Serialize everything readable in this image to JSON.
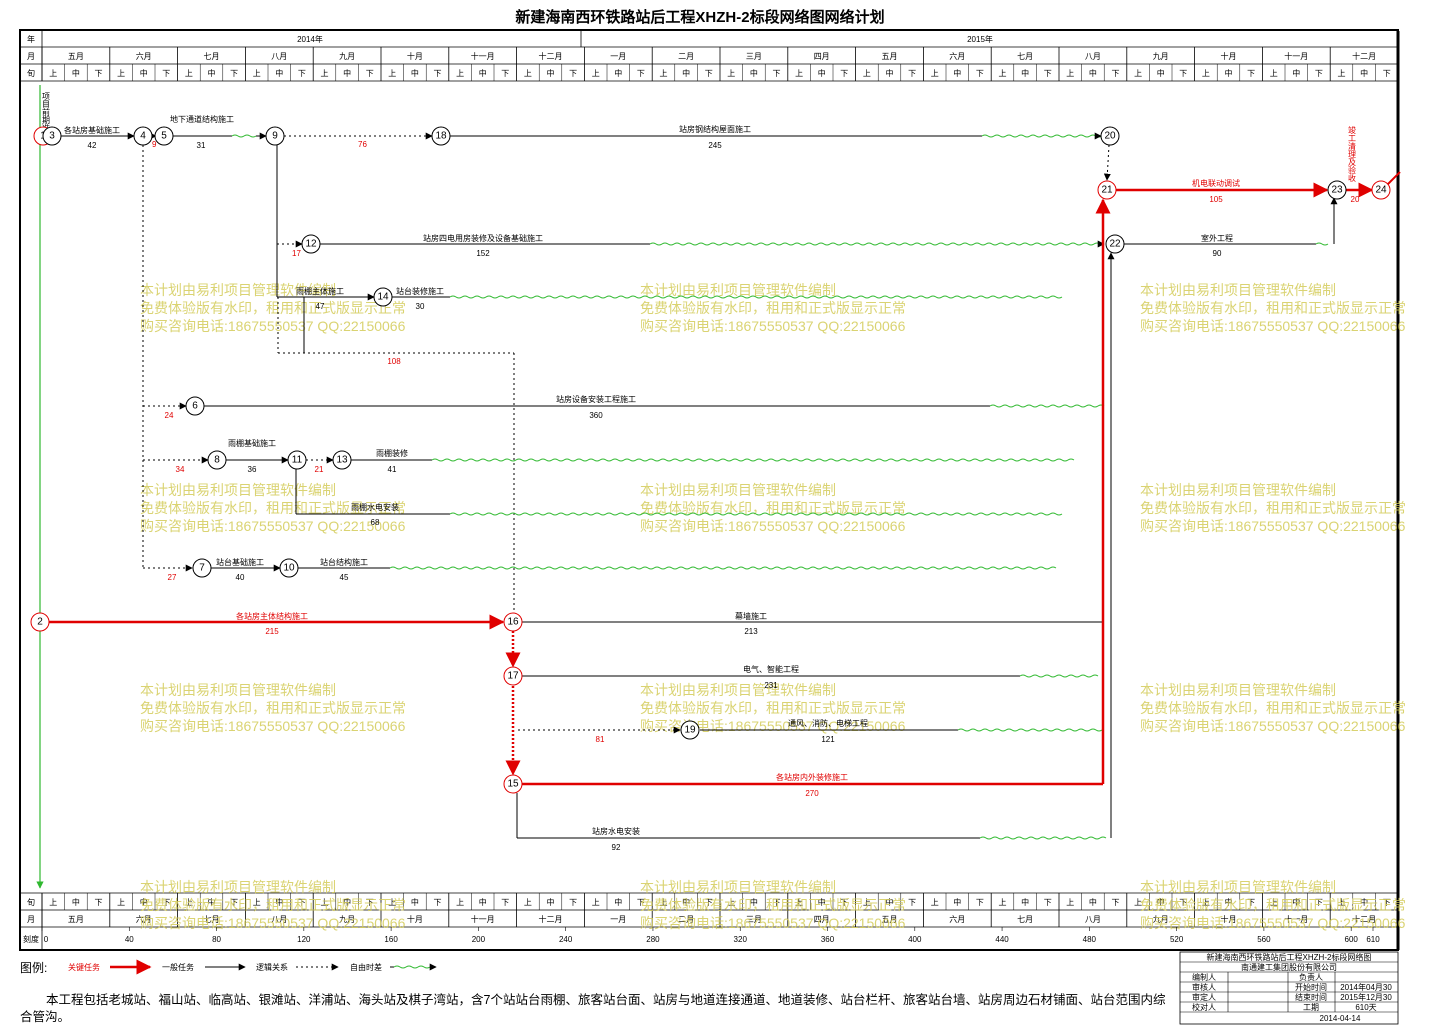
{
  "title": "新建海南西环铁路站后工程XHZH-2标段网络图网络计划",
  "years": [
    "2014年",
    "2015年"
  ],
  "row_labels": {
    "year": "年",
    "month": "月",
    "xun": "旬",
    "scale": "刻度"
  },
  "months": [
    "五月",
    "六月",
    "七月",
    "八月",
    "九月",
    "十月",
    "十一月",
    "十二月",
    "一月",
    "二月",
    "三月",
    "四月",
    "五月",
    "六月",
    "七月",
    "八月",
    "九月",
    "十月",
    "十一月",
    "十二月"
  ],
  "xun": [
    "上",
    "中",
    "下"
  ],
  "scale_ticks": [
    "0",
    "40",
    "80",
    "120",
    "160",
    "200",
    "240",
    "280",
    "320",
    "360",
    "400",
    "440",
    "480",
    "520",
    "560",
    "600",
    "610"
  ],
  "nodes": [
    {
      "id": "1",
      "red": true
    },
    {
      "id": "2",
      "red": true
    },
    {
      "id": "3",
      "red": false
    },
    {
      "id": "4",
      "red": false
    },
    {
      "id": "5",
      "red": false
    },
    {
      "id": "6",
      "red": false
    },
    {
      "id": "7",
      "red": false
    },
    {
      "id": "8",
      "red": false
    },
    {
      "id": "9",
      "red": false
    },
    {
      "id": "10",
      "red": false
    },
    {
      "id": "11",
      "red": false
    },
    {
      "id": "12",
      "red": false
    },
    {
      "id": "13",
      "red": false
    },
    {
      "id": "14",
      "red": false
    },
    {
      "id": "15",
      "red": true
    },
    {
      "id": "16",
      "red": true
    },
    {
      "id": "17",
      "red": true
    },
    {
      "id": "18",
      "red": false
    },
    {
      "id": "19",
      "red": false
    },
    {
      "id": "20",
      "red": false
    },
    {
      "id": "21",
      "red": true
    },
    {
      "id": "22",
      "red": false
    },
    {
      "id": "23",
      "red": false
    },
    {
      "id": "24",
      "red": true
    }
  ],
  "tasks": [
    {
      "name": "各站房基础施工",
      "dur": "42"
    },
    {
      "name": "地下通道结构施工",
      "dur": "31"
    },
    {
      "name": "站房钢结构屋面施工",
      "dur": "245"
    },
    {
      "name": "机电联动调试",
      "dur": "105"
    },
    {
      "name": "竣工清理及验收",
      "dur": "20"
    },
    {
      "name": "站房四电用房装修及设备基础施工",
      "dur": "152"
    },
    {
      "name": "室外工程",
      "dur": "90"
    },
    {
      "name": "雨棚主体施工",
      "dur": "47"
    },
    {
      "name": "站台装修施工",
      "dur": "30"
    },
    {
      "name": "站房设备安装工程施工",
      "dur": "360"
    },
    {
      "name": "雨棚基础施工",
      "dur": "36"
    },
    {
      "name": "雨棚装修",
      "dur": "41"
    },
    {
      "name": "雨棚水电安装",
      "dur": "68"
    },
    {
      "name": "站台基础施工",
      "dur": "40"
    },
    {
      "name": "站台结构施工",
      "dur": "45"
    },
    {
      "name": "各站房主体结构施工",
      "dur": "215"
    },
    {
      "name": "幕墙施工",
      "dur": "213"
    },
    {
      "name": "电气、智能工程",
      "dur": "231"
    },
    {
      "name": "通风、消防、电梯工程",
      "dur": "121"
    },
    {
      "name": "各站房内外装修施工",
      "dur": "270"
    },
    {
      "name": "站房水电安装",
      "dur": "92"
    }
  ],
  "free_floats": [
    "9",
    "76",
    "17",
    "108",
    "24",
    "34",
    "21",
    "27",
    "81"
  ],
  "start_label": "项目前期准备",
  "watermark": {
    "line1": "本计划由易利项目管理软件编制",
    "line2": "免费体验版有水印，租用和正式版显示正常",
    "line3": "购买咨询电话:18675550537 QQ:22150066"
  },
  "legend": {
    "label": "图例:",
    "critical": "关键任务",
    "normal": "一般任务",
    "logic": "逻辑关系",
    "float": "自由时差"
  },
  "description": "本工程包括老城站、福山站、临高站、银滩站、洋浦站、海头站及棋子湾站，含7个站站台雨棚、旅客站台面、站房与地道连接通道、地道装修、站台栏杆、旅客站台墙、站房周边石材铺面、站台范围内综合管沟。",
  "info_box": {
    "title": "新建海南西环铁路站后工程XHZH-2标段网络图",
    "company": "南通建工集团股份有限公司",
    "fields": [
      {
        "label": "编制人",
        "label2": "负责人",
        "value": ""
      },
      {
        "label": "审核人",
        "label2": "开始时间",
        "value": "2014年04月30"
      },
      {
        "label": "审定人",
        "label2": "结束时间",
        "value": "2015年12月30"
      },
      {
        "label": "校对人",
        "label2": "工期",
        "value": "610天"
      }
    ],
    "date": "2014-04-14"
  },
  "colors": {
    "critical": "#e00000",
    "float": "#2fb82f",
    "start_line": "#2fb82f",
    "watermark": "#d4cc5a"
  }
}
